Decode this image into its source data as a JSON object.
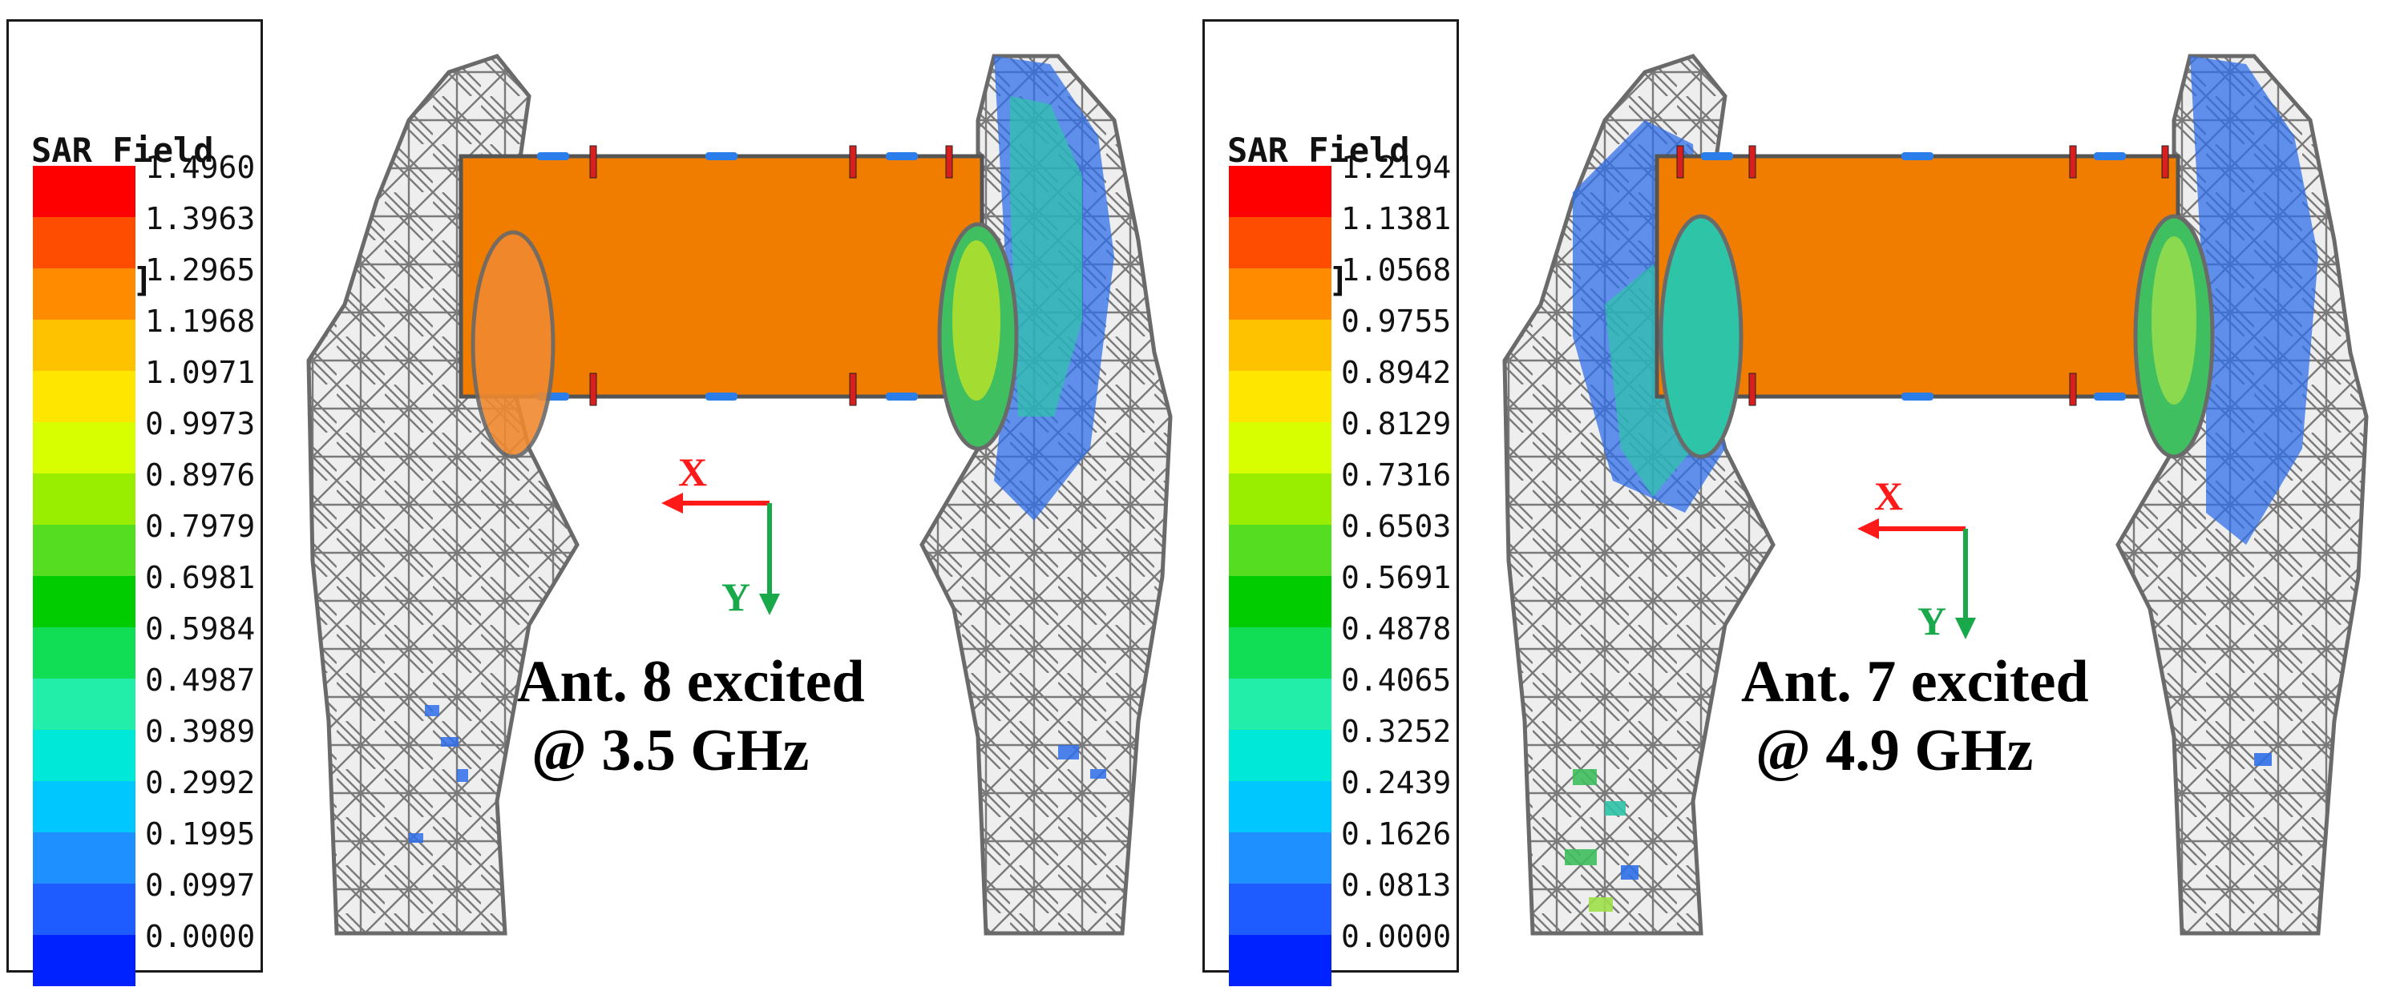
{
  "colors": {
    "mesh": "#707070",
    "board": "#f07d00",
    "axis_x": "#ff1a1a",
    "axis_y": "#19a84a",
    "sar_low": "#2f6fe8",
    "sar_mid": "#2ec4a8"
  },
  "color_scale": [
    "#ff0000",
    "#ff4d00",
    "#ff8c00",
    "#ffc200",
    "#ffe600",
    "#d7ff00",
    "#99ee00",
    "#55dd22",
    "#00cc00",
    "#11dd55",
    "#22eeaa",
    "#00e8d8",
    "#00c8ff",
    "#1e90ff",
    "#1e5cff",
    "#0022ff"
  ],
  "panels": [
    {
      "legend": {
        "title_line1": "SAR Field",
        "title_line2": "[W/kg]",
        "ticks": [
          "1.4960",
          "1.3963",
          "1.2965",
          "1.1968",
          "1.0971",
          "0.9973",
          "0.8976",
          "0.7979",
          "0.6981",
          "0.5984",
          "0.4987",
          "0.3989",
          "0.2992",
          "0.1995",
          "0.0997",
          "0.0000"
        ]
      },
      "axes": {
        "x_label": "X",
        "y_label": "Y"
      },
      "caption": {
        "line1": "Ant. 8  excited",
        "line2": "@ 3.5 GHz"
      }
    },
    {
      "legend": {
        "title_line1": "SAR Field",
        "title_line2": "[W/kg]",
        "ticks": [
          "1.2194",
          "1.1381",
          "1.0568",
          "0.9755",
          "0.8942",
          "0.8129",
          "0.7316",
          "0.6503",
          "0.5691",
          "0.4878",
          "0.4065",
          "0.3252",
          "0.2439",
          "0.1626",
          "0.0813",
          "0.0000"
        ]
      },
      "axes": {
        "x_label": "X",
        "y_label": "Y"
      },
      "caption": {
        "line1": "Ant. 7  excited",
        "line2": "@ 4.9 GHz"
      }
    }
  ]
}
